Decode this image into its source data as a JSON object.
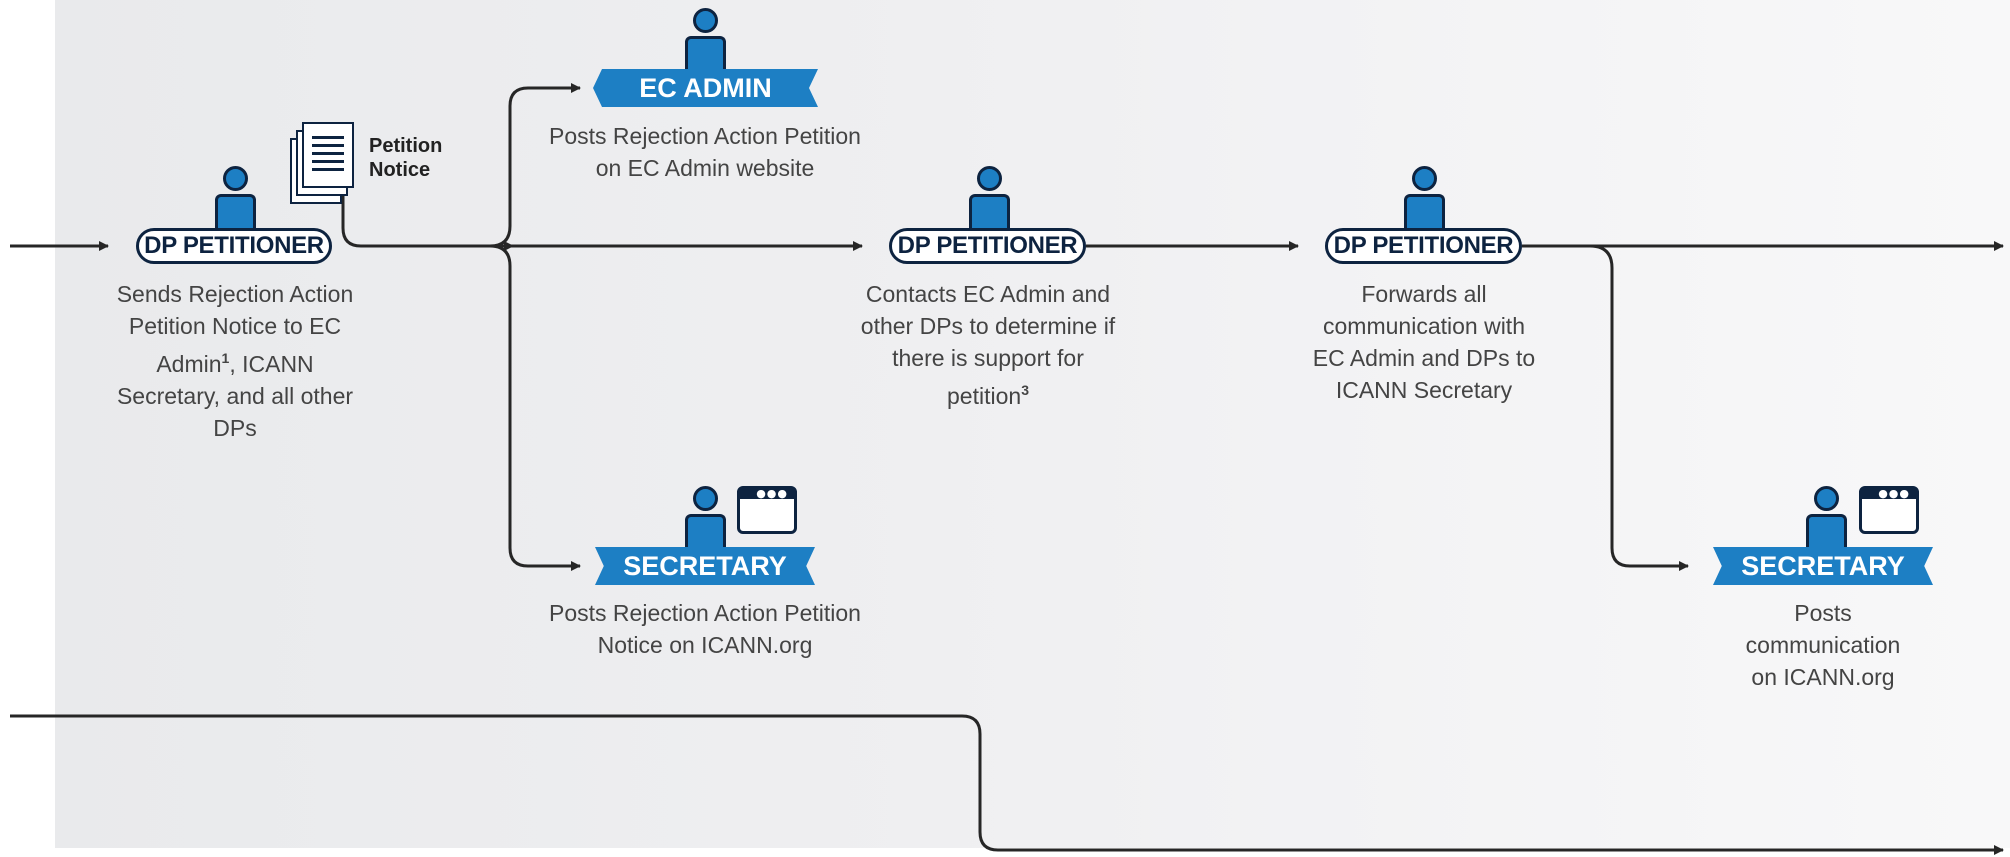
{
  "nodes": {
    "dp_petitioner_1": {
      "label": "DP PETITIONER",
      "desc_1": "Sends Rejection Action",
      "desc_2": "Petition Notice to EC",
      "desc_3a": "Admin",
      "desc_3_fn": "1",
      "desc_3b": ", ICANN",
      "desc_4": "Secretary, and all other",
      "desc_5": "DPs"
    },
    "petition_notice": {
      "line_1": "Petition",
      "line_2": "Notice"
    },
    "ec_admin": {
      "label": "EC ADMIN",
      "desc_1": "Posts Rejection Action Petition",
      "desc_2": "on EC Admin website"
    },
    "secretary_1": {
      "label": "SECRETARY",
      "desc_1": "Posts Rejection Action Petition",
      "desc_2": "Notice on ICANN.org"
    },
    "dp_petitioner_2": {
      "label": "DP PETITIONER",
      "desc_1": "Contacts EC Admin and",
      "desc_2": "other DPs to determine if",
      "desc_3": "there is support for",
      "desc_4a": "petition",
      "desc_4_fn": "3"
    },
    "dp_petitioner_3": {
      "label": "DP PETITIONER",
      "desc_1": "Forwards all",
      "desc_2": "communication with",
      "desc_3": "EC Admin and DPs to",
      "desc_4": "ICANN Secretary"
    },
    "secretary_2": {
      "label": "SECRETARY",
      "desc_1": "Posts",
      "desc_2": "communication",
      "desc_3": "on ICANN.org"
    }
  },
  "colors": {
    "accent_blue": "#1d7fc4",
    "navy": "#0d2340",
    "connector": "#262626"
  },
  "icons": [
    "person-icon",
    "documents-icon",
    "browser-window-icon",
    "arrow-head-icon"
  ]
}
